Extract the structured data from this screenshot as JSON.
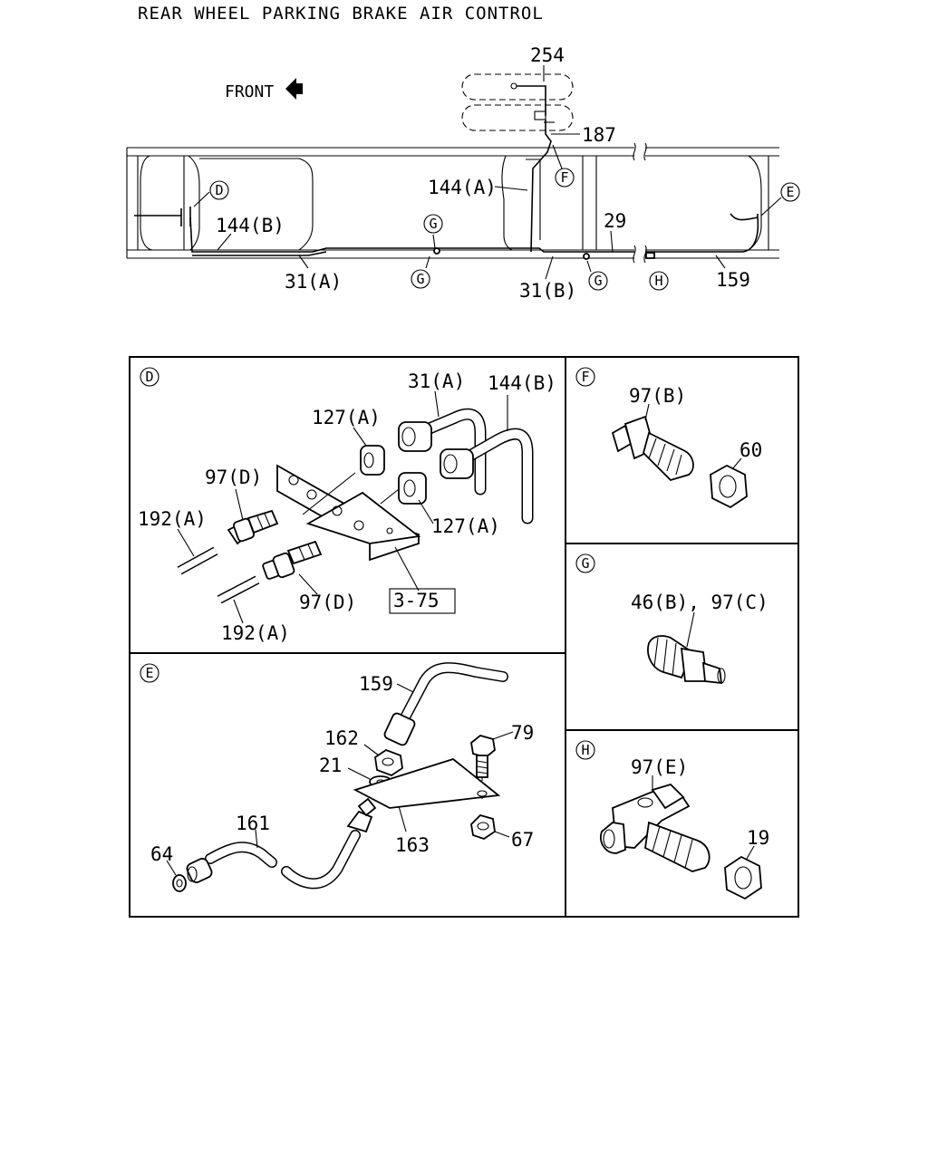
{
  "title": "REAR WHEEL PARKING BRAKE AIR CONTROL",
  "front_label": "FRONT",
  "icons": {
    "front_arrow": "arrow-left-icon",
    "detail_marker": "circled-letter-icon"
  },
  "overview": {
    "labels": {
      "p254": "254",
      "p187": "187",
      "p144a": "144(A)",
      "p144b": "144(B)",
      "p29": "29",
      "p31a": "31(A)",
      "p31b": "31(B)",
      "p159": "159"
    },
    "markers": {
      "d": "D",
      "e": "E",
      "f": "F",
      "g1": "G",
      "g2": "G",
      "g3": "G",
      "h": "H"
    }
  },
  "details": {
    "d": {
      "marker": "D",
      "labels": {
        "p31a": "31(A)",
        "p144b": "144(B)",
        "p127a_top": "127(A)",
        "p127a_bottom": "127(A)",
        "p97d_top": "97(D)",
        "p97d_bottom": "97(D)",
        "p192a_top": "192(A)",
        "p192a_bottom": "192(A)",
        "ref": "3-75"
      }
    },
    "e": {
      "marker": "E",
      "labels": {
        "p159": "159",
        "p162": "162",
        "p21": "21",
        "p79": "79",
        "p161": "161",
        "p64": "64",
        "p163": "163",
        "p67": "67"
      }
    },
    "f": {
      "marker": "F",
      "labels": {
        "p97b": "97(B)",
        "p60": "60"
      }
    },
    "g": {
      "marker": "G",
      "labels": {
        "p46b97c": "46(B), 97(C)"
      }
    },
    "h": {
      "marker": "H",
      "labels": {
        "p97e": "97(E)",
        "p19": "19"
      }
    }
  }
}
